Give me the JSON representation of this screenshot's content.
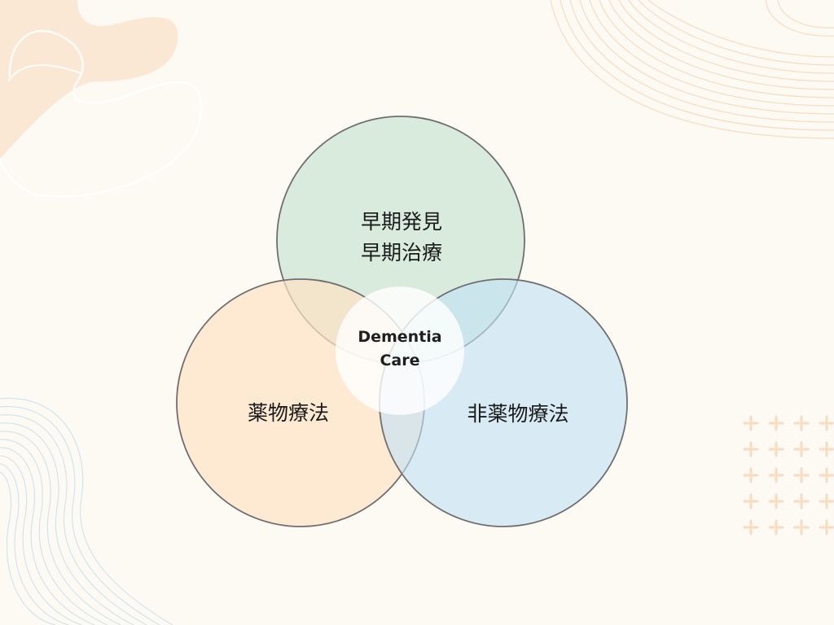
{
  "diagram": {
    "type": "venn",
    "colors": {
      "background": "#fdf9f3",
      "circle_top_fill": "#d7ede0",
      "circle_left_fill": "#fde5cb",
      "circle_right_fill": "#d3e9f6",
      "circle_stroke": "#757575",
      "center_fill": "#ffffff",
      "deco_peach": "#fbe8d4",
      "deco_lines_orange": "#f6d6b4",
      "deco_lines_blue": "#c7e2f0",
      "deco_plus": "#fae2cb"
    },
    "circles": [
      {
        "id": "top",
        "lines": [
          "早期発見",
          "早期治療"
        ]
      },
      {
        "id": "left",
        "lines": [
          "薬物療法"
        ]
      },
      {
        "id": "right",
        "lines": [
          "非薬物療法"
        ]
      }
    ],
    "center": {
      "lines": [
        "Dementia",
        "Care"
      ]
    }
  }
}
